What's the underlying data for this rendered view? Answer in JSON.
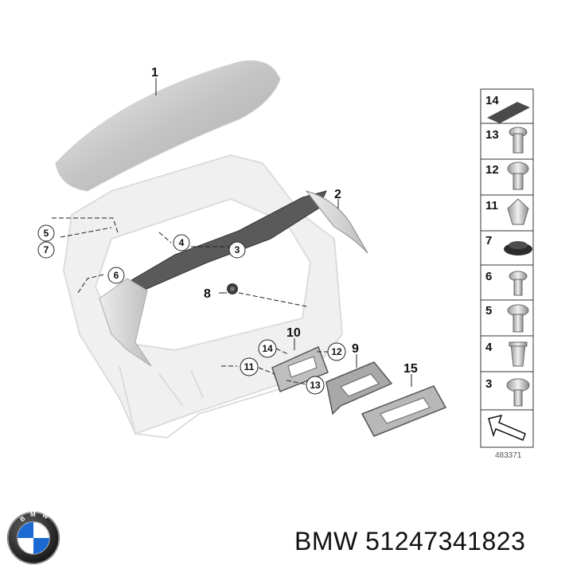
{
  "callouts": {
    "c1": "1",
    "c2": "2",
    "c3": "3",
    "c4": "4",
    "c5": "5",
    "c6": "6",
    "c7": "7",
    "c8": "8",
    "c9": "9",
    "c10": "10",
    "c11": "11",
    "c12": "12",
    "c13": "13",
    "c14": "14",
    "c15": "15"
  },
  "legend": {
    "items": [
      "14",
      "13",
      "12",
      "11",
      "7",
      "6",
      "5",
      "4",
      "3"
    ],
    "ref_code": "483371"
  },
  "brand": {
    "logo_letters": "BMW",
    "caption": "BMW 51247341823"
  },
  "colors": {
    "part_gray": "#c9c9c9",
    "ghost_gray": "#e6e6e6",
    "dark_part": "#4a4a4a",
    "bmw_blue": "#1c69d4"
  }
}
